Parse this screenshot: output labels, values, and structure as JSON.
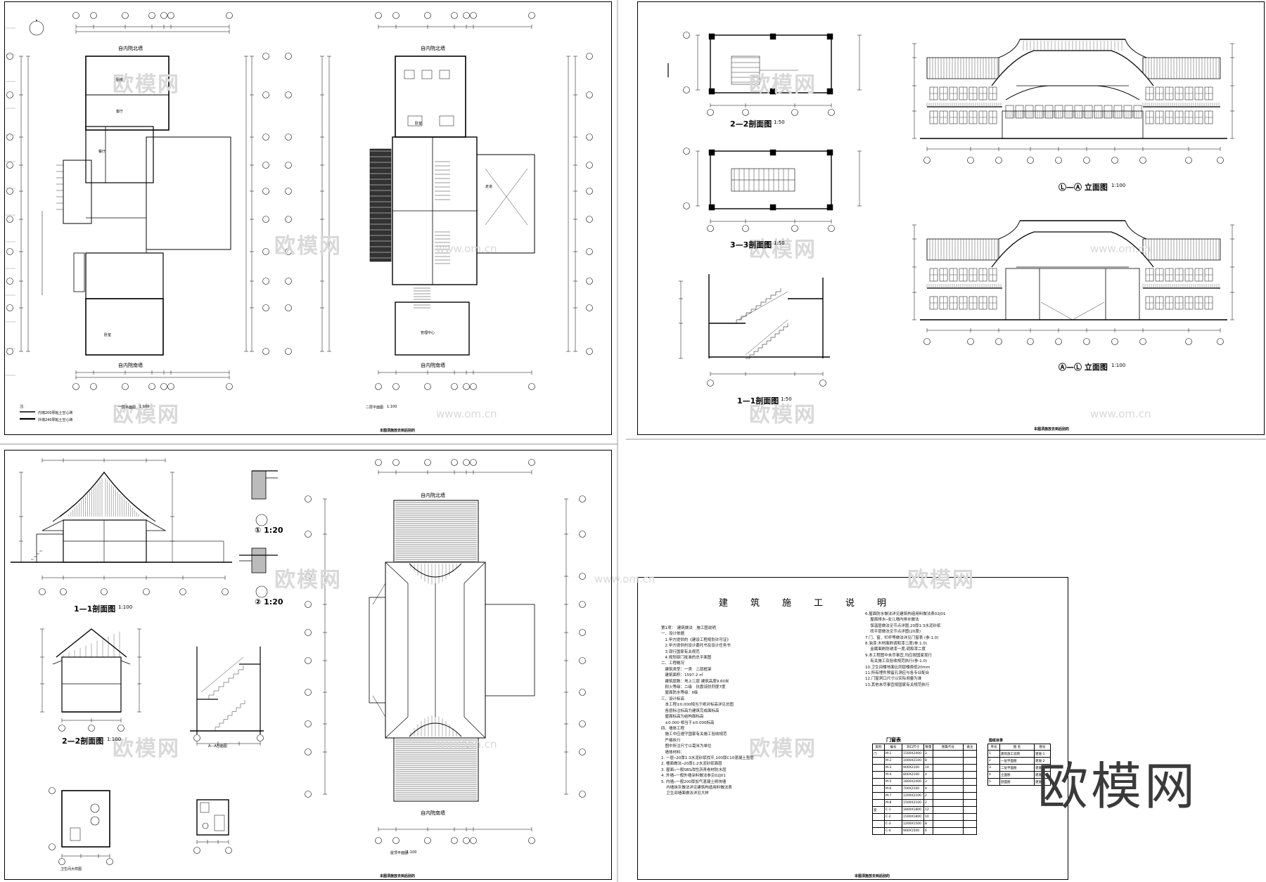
{
  "sheets": {
    "s1": {
      "title": "本图须施放去到后别的",
      "plan1_title": "一层平面图",
      "plan1_scale": "1:100",
      "plan2_title": "二层平面图",
      "plan2_scale": "1:100",
      "legend_note": "注:",
      "legend1": "内墙200厚粘土空心砖",
      "legend2": "外墙240厚粘土空心砖",
      "road_top": "自内院北墙",
      "road_bottom": "自内院南墙",
      "room1": "客厅",
      "room2": "餐厅",
      "room3": "厨房",
      "room4": "卧室",
      "room5": "卧室",
      "room6": "走道",
      "room7": "管理中心"
    },
    "s2": {
      "title": "本图须施放去到后别的",
      "sec22": "2—2剖面图",
      "sec22_scale": "1:50",
      "sec33": "3—3剖面图",
      "sec33_scale": "1:50",
      "sec11": "1—1剖面图",
      "sec11_scale": "1:50",
      "elev1": "Ⓛ—Ⓐ 立面图",
      "elev1_scale": "1:100",
      "elev2": "Ⓐ—Ⓛ 立面图",
      "elev2_scale": "1:100"
    },
    "s3": {
      "title": "本图须施放去到后别的",
      "sec11": "1—1剖面图",
      "sec11_scale": "1:100",
      "sec22": "2—2剖面图",
      "sec22_scale": "1:100",
      "detail1": "① 1:20",
      "detail2": "② 1:20",
      "secAA": "A—A剖面图",
      "roof": "屋顶平面图",
      "roof_scale": "1:100",
      "toilet": "卫生间大样图",
      "road_top": "自内院北墙",
      "road_bottom": "自内院南墙"
    },
    "s4": {
      "heading": "建　　筑　　施　　工　　说　　明",
      "title": "本图须施放去到后别的",
      "door_table_title": "门窗表",
      "drawing_list_title": "图纸目录",
      "col_left": "第1项：　建筑做法　施工图说明\n一、设计依据\n　1.甲方提供的《建设工程规划许可证》\n　2.甲方提供的设计委托书及设计任务书\n　3.现行国家有关规范\n　4.规划部门批准的总平面图\n二、工程概况\n　建筑类型：一类　二层框架\n　建筑面积：1597.2 ㎡\n　建筑层数：地上二层 建筑高度9.60米\n　耐火等级：二级　抗震设防烈度7度\n　屋面防水等级：Ⅱ级\n三、设计标高\n　本工程±0.000相当于绝对标高详见总图\n　各层标注标高为建筑完成面标高\n　屋面标高为结构面标高\n　±0.000 相当于±0.000标高\n四、墙体工程\n　施工中应遵守国家有关施工验收规范\n　严格执行\n　图中所注尺寸以毫米为单位\n　墙体材料：\n1. 一层─20厚1:3水泥砂浆找平,100厚C10混凝土垫层\n2. 楼面做法─20厚1:2水泥砂浆面层\n3. 屋面─一般SBS改性沥青卷材防水层\n4. 外墙─一般外墙涂料做法参见02J01\n5. 内墙─一般200厚加气混凝土砌块墙\n　 内墙抹灰做法详见建筑构造用料做法表\n　 卫生间墙面做法详见大样",
      "col_right": "6.屋面防水做法详见建筑构造用料做法表02J01\n　 屋面排水─女儿墙内排水做法\n　 保温层做法见节点详图,20厚1:3水泥砂浆\n　 找平层做法见节点详图(20厚)\n7.门、窗、栏杆等做法详见门窗表 (参:1.0)\n8.油漆:木材面刷调和漆二度(参:1.0)\n　 金属面刷防锈漆一度,调和漆二度\n9.本工程图中未尽事宜,均应按国家现行\n　 有关施工及验收规范执行(参:1.0)\n10.卫生间楼地面比同层楼面低20mm\n11.所有埋件预留孔洞应与各专业配合\n12.门窗洞口尺寸以实际测量为准\n13.其他未尽事宜按国家有关规范执行"
    }
  },
  "door_table": {
    "headers": [
      "类别",
      "编号",
      "洞口尺寸",
      "数量",
      "图集代号",
      "备注"
    ],
    "rows": [
      [
        "门",
        "M-1",
        "1500X2400",
        "2",
        "",
        ""
      ],
      [
        "",
        "M-2",
        "1000X2100",
        "8",
        "",
        ""
      ],
      [
        "",
        "M-3",
        "900X2100",
        "10",
        "",
        ""
      ],
      [
        "",
        "M-4",
        "800X2100",
        "4",
        "",
        ""
      ],
      [
        "",
        "M-5",
        "1800X2400",
        "2",
        "",
        ""
      ],
      [
        "",
        "M-6",
        "700X2100",
        "4",
        "",
        ""
      ],
      [
        "",
        "M-7",
        "1200X2100",
        "2",
        "",
        ""
      ],
      [
        "",
        "M-8",
        "1500X2100",
        "2",
        "",
        ""
      ],
      [
        "窗",
        "C-1",
        "1800X1800",
        "12",
        "",
        ""
      ],
      [
        "",
        "C-2",
        "1500X1800",
        "10",
        "",
        ""
      ],
      [
        "",
        "C-3",
        "1200X1500",
        "8",
        "",
        ""
      ],
      [
        "",
        "C-4",
        "900X1500",
        "6",
        "",
        ""
      ]
    ]
  },
  "drawing_list": {
    "headers": [
      "序号",
      "图 名",
      "图号"
    ],
    "rows": [
      [
        "1",
        "建筑施工说明",
        "建施-1"
      ],
      [
        "2",
        "一层平面图",
        "建施-2"
      ],
      [
        "3",
        "二层平面图",
        "建施-3"
      ],
      [
        "4",
        "立面图",
        "建施-4"
      ],
      [
        "5",
        "剖面图",
        "建施-5"
      ]
    ]
  },
  "watermark": {
    "brand": "欧模网",
    "url": "www.om.cn"
  },
  "brand_mark": "欧模网"
}
